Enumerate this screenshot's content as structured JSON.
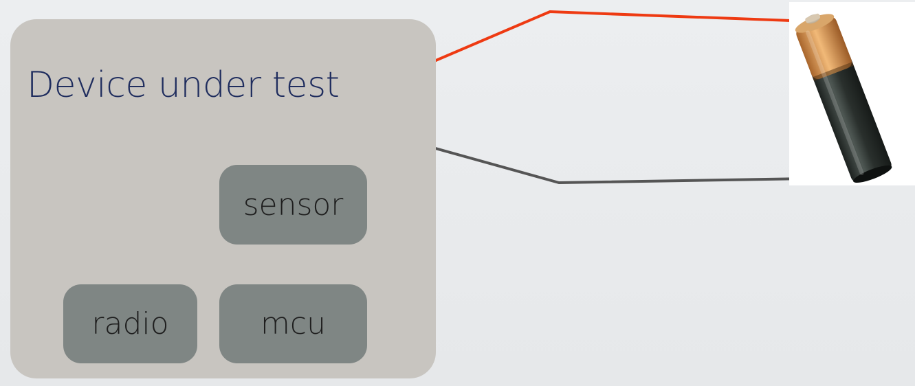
{
  "device": {
    "title": "Device under test",
    "components": {
      "sensor": "sensor",
      "radio": "radio",
      "mcu": "mcu"
    }
  },
  "battery": {
    "icon": "aa-battery-icon",
    "colors": {
      "cap": "#c98a4a",
      "body": "#2f3532"
    }
  },
  "wires": {
    "positive_color": "#ee3a12",
    "negative_color": "#555555"
  }
}
